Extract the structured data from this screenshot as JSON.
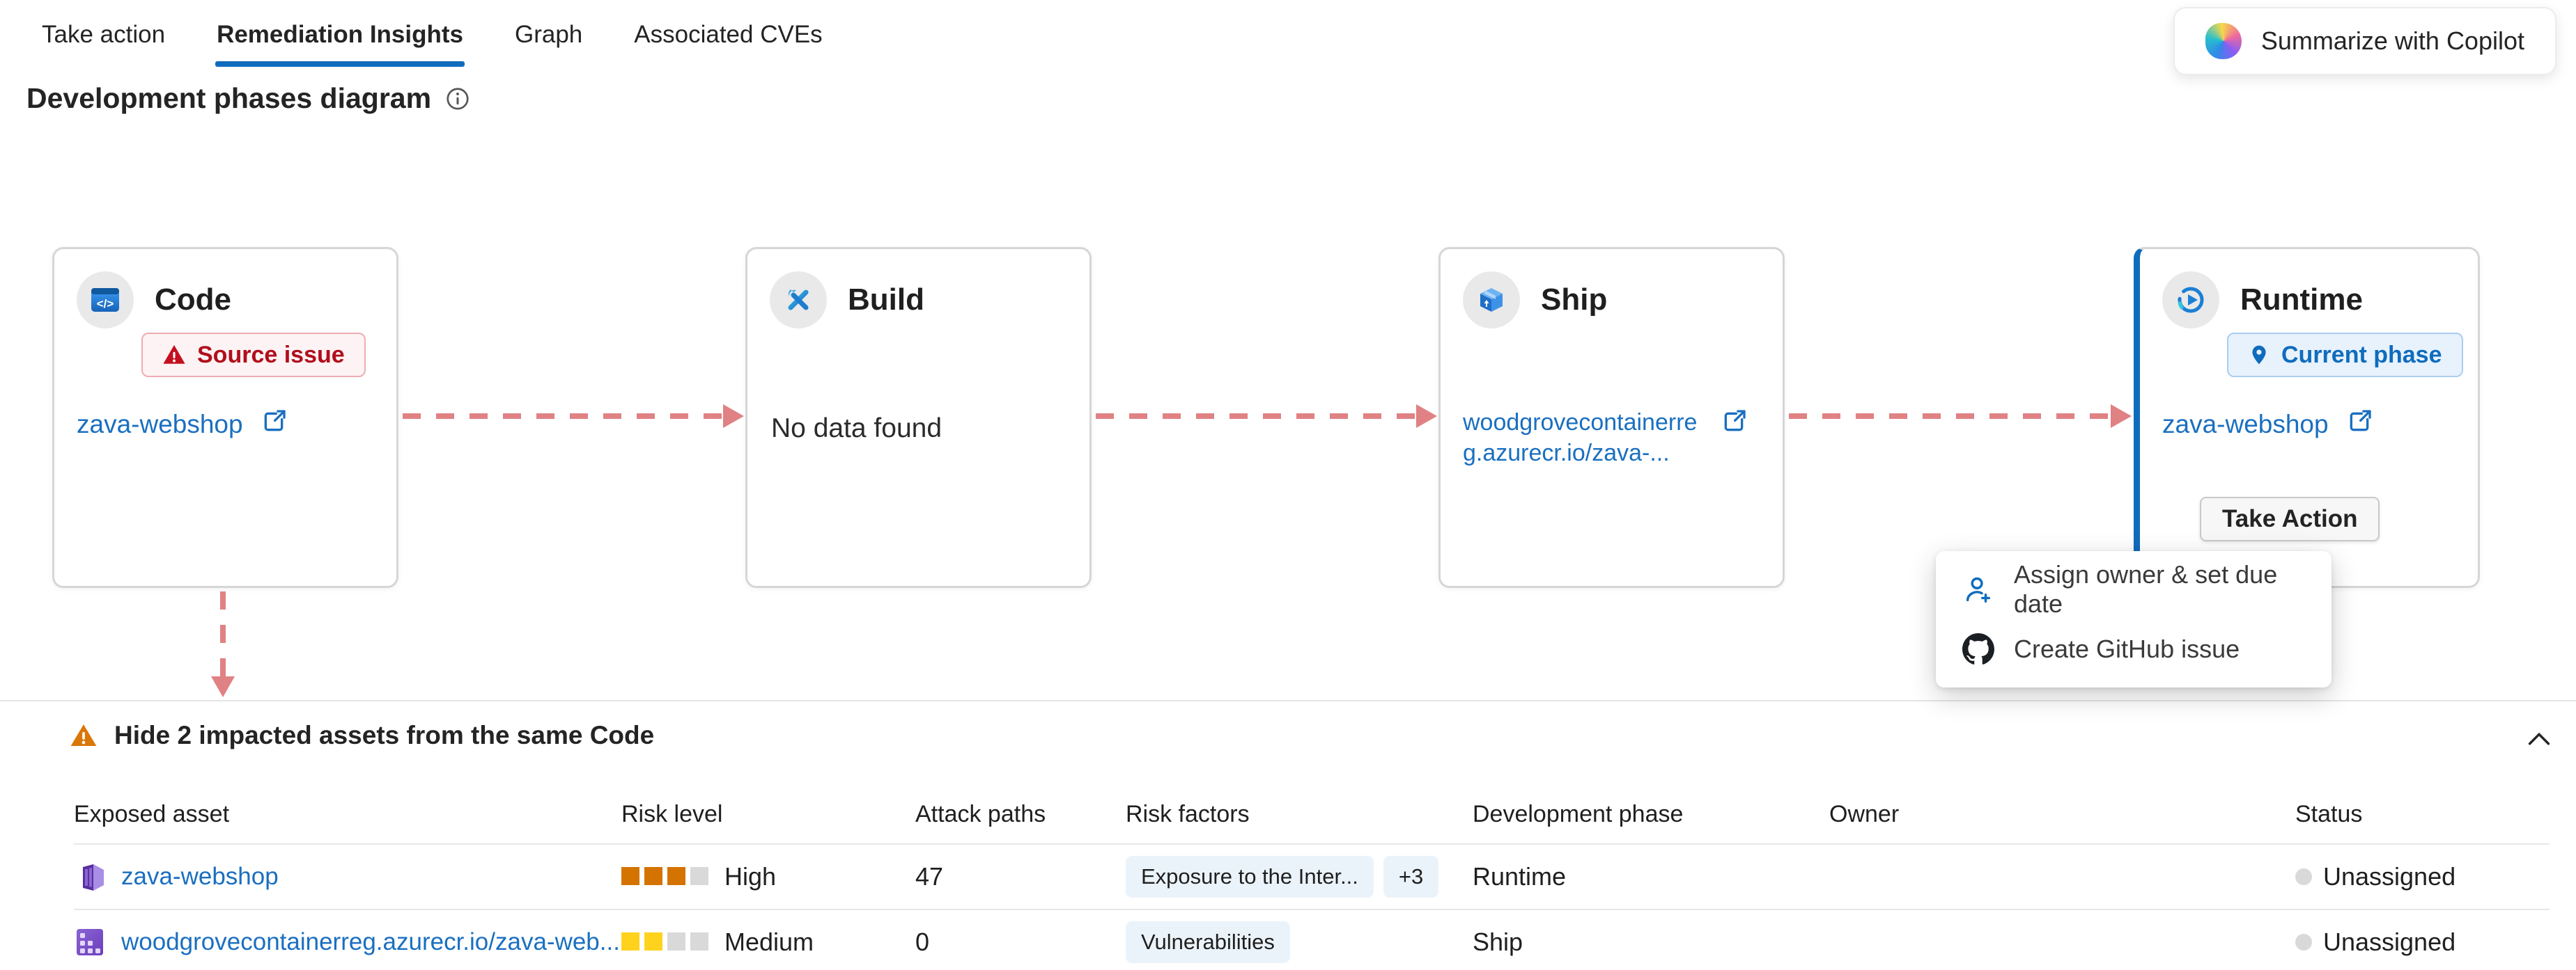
{
  "tabs": [
    {
      "label": "Take action",
      "active": false
    },
    {
      "label": "Remediation Insights",
      "active": true
    },
    {
      "label": "Graph",
      "active": false
    },
    {
      "label": "Associated CVEs",
      "active": false
    }
  ],
  "copilot_button": {
    "label": "Summarize with Copilot",
    "icon": "copilot-icon"
  },
  "section": {
    "title": "Development phases diagram",
    "icon": "info-icon"
  },
  "phases": [
    {
      "name": "Code",
      "icon": "code-icon",
      "badge": {
        "label": "Source issue",
        "type": "error",
        "icon": "warning-triangle-icon"
      },
      "link": {
        "label": "zava-webshop",
        "icon": "external-link-icon"
      }
    },
    {
      "name": "Build",
      "icon": "build-icon",
      "empty_text": "No data found"
    },
    {
      "name": "Ship",
      "icon": "ship-icon",
      "link": {
        "label": "woodgrovecontainerreg.azurecr.io/zava-...",
        "icon": "external-link-icon"
      }
    },
    {
      "name": "Runtime",
      "icon": "runtime-icon",
      "badge": {
        "label": "Current phase",
        "type": "info",
        "icon": "location-pin-icon"
      },
      "link": {
        "label": "zava-webshop",
        "icon": "external-link-icon"
      },
      "action_button": {
        "label": "Take Action"
      }
    }
  ],
  "action_menu": {
    "items": [
      {
        "label": "Assign owner & set due date",
        "icon": "person-add-icon"
      },
      {
        "label": "Create GitHub issue",
        "icon": "github-icon"
      }
    ]
  },
  "impacted_assets": {
    "toggle_label": "Hide 2 impacted assets from the same Code",
    "toggle_icon": "warning-icon",
    "collapse_icon": "chevron-up-icon",
    "columns": [
      "Exposed asset",
      "Risk level",
      "Attack paths",
      "Risk factors",
      "Development phase",
      "Owner",
      "Status"
    ],
    "rows": [
      {
        "asset": "zava-webshop",
        "asset_icon": "container-app-icon",
        "risk_level": "High",
        "risk_bar": {
          "filled": 3,
          "total": 4,
          "color": "#D47300"
        },
        "attack_paths": "47",
        "risk_factors": [
          "Exposure to the Inter...",
          "+3"
        ],
        "development_phase": "Runtime",
        "owner": "",
        "status": "Unassigned"
      },
      {
        "asset": "woodgrovecontainerreg.azurecr.io/zava-web...",
        "asset_icon": "container-registry-icon",
        "risk_level": "Medium",
        "risk_bar": {
          "filled": 2,
          "total": 4,
          "color": "#FFD21E"
        },
        "attack_paths": "0",
        "risk_factors": [
          "Vulnerabilities"
        ],
        "development_phase": "Ship",
        "owner": "",
        "status": "Unassigned"
      }
    ]
  },
  "colors": {
    "accent_blue": "#0F6CBD",
    "link_blue": "#1A6FC0",
    "arrow_salmon": "#E08183",
    "risk_high": "#D47300",
    "risk_medium": "#FFD21E",
    "risk_empty": "#D9D9D9",
    "error_text": "#B10E1C",
    "error_bg": "#FDF3F4",
    "error_border": "#EEACB2",
    "info_badge_bg": "#E8F2FC",
    "info_badge_border": "#A9CDF0",
    "pill_bg": "#EBF3FA",
    "warning_orange": "#D97708",
    "status_dot": "#D9D9D9"
  }
}
